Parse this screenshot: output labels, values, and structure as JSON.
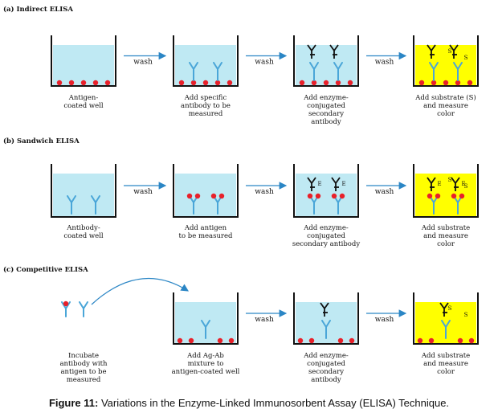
{
  "colors": {
    "buffer": "#bfe9f3",
    "substrate": "#ffff00",
    "antigen": "#e8202a",
    "antibody": "#4aa6d8",
    "enzyme": "#111111",
    "arrow": "#2b86c5"
  },
  "sections": [
    {
      "title": "(a) Indirect ELISA",
      "steps": [
        {
          "label": [
            "Antigen-",
            "coated well"
          ]
        },
        {
          "label": [
            "Add specific",
            "antibody to be",
            "measured"
          ]
        },
        {
          "label": [
            "Add enzyme-",
            "conjugated",
            "secondary",
            "antibody"
          ]
        },
        {
          "label": [
            "Add substrate (S)",
            "and measure",
            "color"
          ]
        }
      ],
      "wash_labels": [
        "wash",
        "wash",
        "wash"
      ]
    },
    {
      "title": "(b) Sandwich ELISA",
      "steps": [
        {
          "label": [
            "Antibody-",
            "coated well"
          ]
        },
        {
          "label": [
            "Add antigen",
            "to be measured"
          ]
        },
        {
          "label": [
            "Add enzyme-",
            "conjugated",
            "secondary antibody"
          ]
        },
        {
          "label": [
            "Add substrate",
            "and measure",
            "color"
          ]
        }
      ],
      "wash_labels": [
        "wash",
        "wash",
        "wash"
      ]
    },
    {
      "title": "(c) Competitive ELISA",
      "steps": [
        {
          "label": [
            "Incubate",
            "antibody with",
            "antigen to be",
            "measured"
          ]
        },
        {
          "label": [
            "Add Ag-Ab",
            "mixture to",
            "antigen-coated well"
          ]
        },
        {
          "label": [
            "Add enzyme-",
            "conjugated",
            "secondary",
            "antibody"
          ]
        },
        {
          "label": [
            "Add substrate",
            "and measure",
            "color"
          ]
        }
      ],
      "wash_labels": [
        "wash",
        "wash"
      ]
    }
  ],
  "markers": {
    "enzyme": "E",
    "substrate": "S"
  },
  "caption": {
    "prefix": "Figure 11:",
    "text": " Variations in the Enzyme-Linked Immunosorbent Assay (ELISA) Technique."
  }
}
